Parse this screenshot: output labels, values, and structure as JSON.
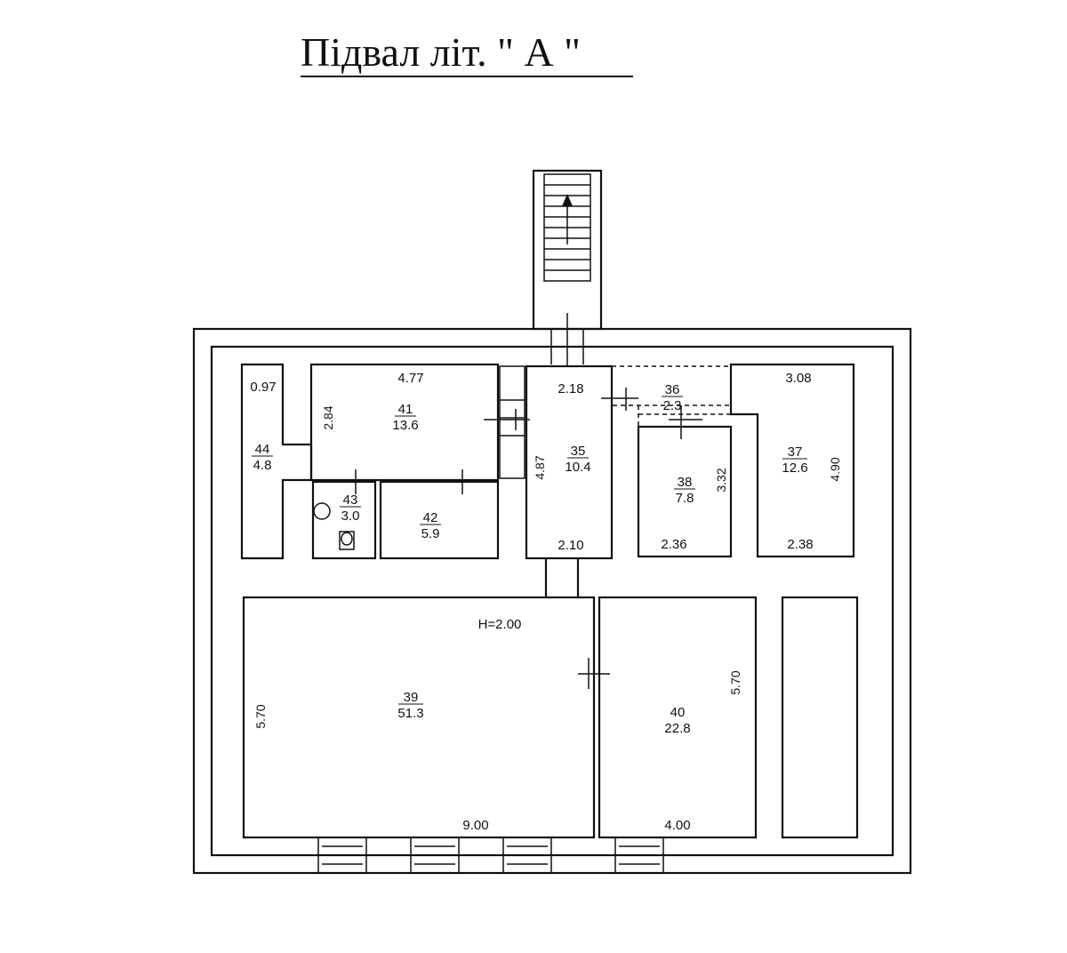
{
  "title": "Підвал літ. \" А \"",
  "height_note": "H=2.00",
  "rooms": [
    {
      "number": "35",
      "area": "10.4"
    },
    {
      "number": "36",
      "area": "2.3"
    },
    {
      "number": "37",
      "area": "12.6"
    },
    {
      "number": "38",
      "area": "7.8"
    },
    {
      "number": "39",
      "area": "51.3"
    },
    {
      "number": "40",
      "area": "22.8"
    },
    {
      "number": "41",
      "area": "13.6"
    },
    {
      "number": "42",
      "area": "5.9"
    },
    {
      "number": "43",
      "area": "3.0"
    },
    {
      "number": "44",
      "area": "4.8"
    }
  ],
  "dimensions": {
    "d_0_97": "0.97",
    "d_4_77": "4.77",
    "d_2_84": "2.84",
    "d_2_18": "2.18",
    "d_4_87": "4.87",
    "d_2_10": "2.10",
    "d_3_08": "3.08",
    "d_4_90": "4.90",
    "d_2_36": "2.36",
    "d_3_32": "3.32",
    "d_2_38": "2.38",
    "d_5_70_left": "5.70",
    "d_5_70_right": "5.70",
    "d_9_00": "9.00",
    "d_4_00": "4.00"
  }
}
